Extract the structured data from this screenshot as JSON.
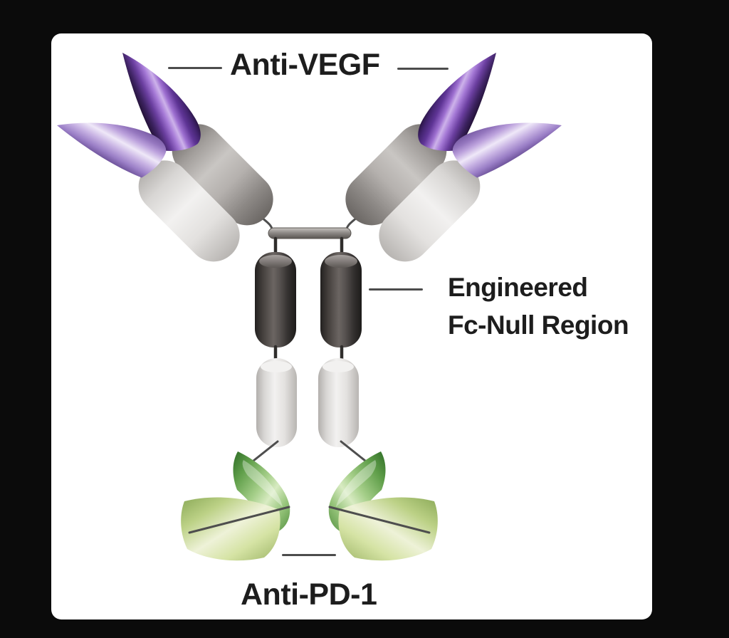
{
  "figure": {
    "top_label": "Anti-VEGF",
    "right_label_line1": "Engineered",
    "right_label_line2": "Fc-Null Region",
    "bottom_label": "Anti-PD-1"
  },
  "colors": {
    "background": "#0b0b0b",
    "card": "#ffffff",
    "label_text": "#1d1d1d",
    "callout_line": "#4c4c4c",
    "connector": "#4e4e4e",
    "anti_vegf_domain_dark_purple": "#6b3fa0",
    "anti_vegf_domain_light_purple": "#c9b4e4",
    "constant_domain_gray": "#a29e9b",
    "constant_domain_white": "#e9e7e5",
    "fc_null_domain_charcoal": "#46413e",
    "anti_pd1_domain_green": "#5f9e49",
    "anti_pd1_domain_light_green": "#cfe0a0",
    "hinge_gray": "#8f8b88"
  }
}
